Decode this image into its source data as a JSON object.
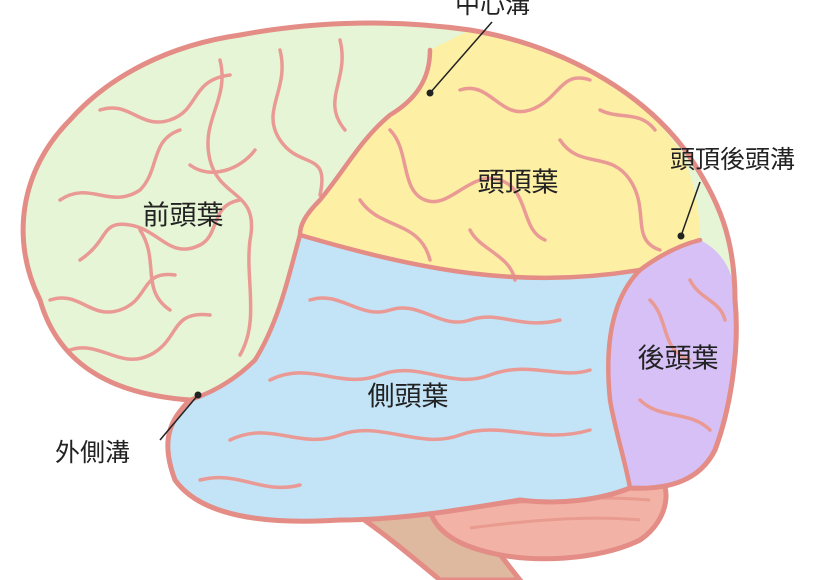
{
  "labels": {
    "frontal_lobe": "前頭葉",
    "parietal_lobe": "頭頂葉",
    "temporal_lobe": "側頭葉",
    "occipital_lobe": "後頭葉",
    "central_sulcus": "中心溝",
    "parieto_occipital_sulcus": "頭頂後頭溝",
    "lateral_sulcus": "外側溝"
  },
  "colors": {
    "frontal": "#e6f5d6",
    "parietal": "#fdf0a5",
    "temporal": "#c3e3f7",
    "occipital": "#d6c0f6",
    "cerebellum": "#f2b3a6",
    "brainstem": "#dfb8a0",
    "outline": "#e38d86",
    "gyri": "#ea9a95"
  }
}
